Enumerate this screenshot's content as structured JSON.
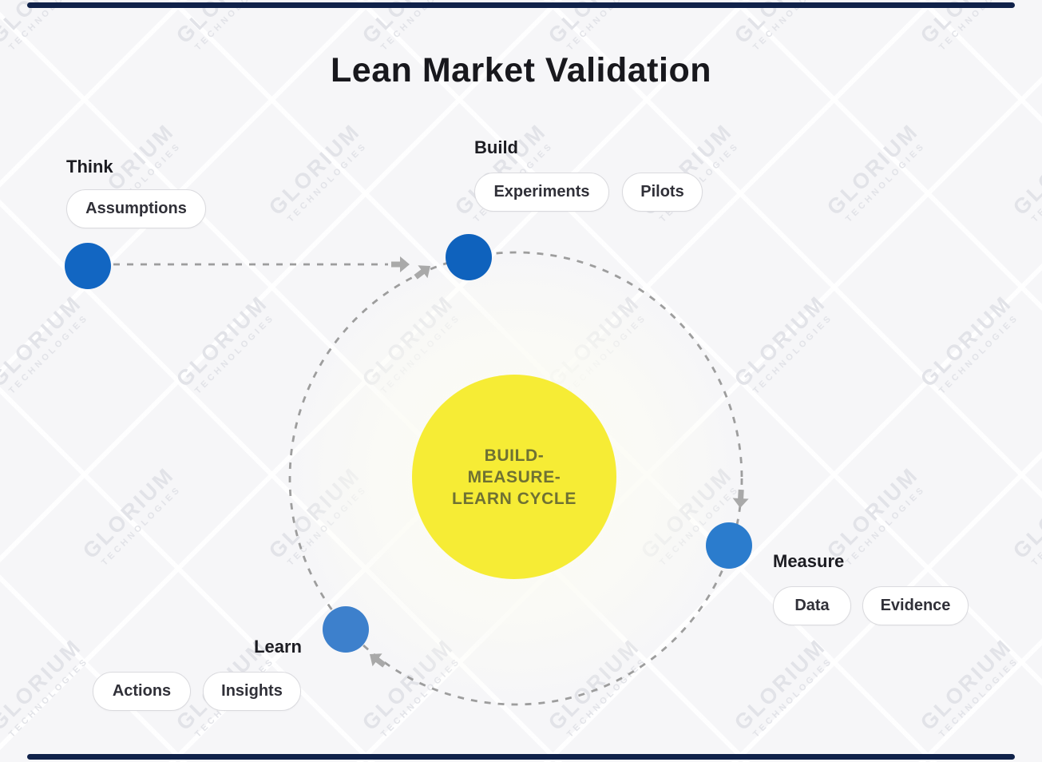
{
  "title": "Lean Market Validation",
  "watermark": {
    "brand": "GLORIUM",
    "sub": "TECHNOLOGIES"
  },
  "center": {
    "lines": [
      "BUILD-",
      "MEASURE-",
      "LEARN CYCLE"
    ],
    "bg_color": "#f6ec35",
    "text_color": "#6f7133"
  },
  "stages": [
    {
      "id": "think",
      "label": "Think",
      "tags": [
        "Assumptions"
      ],
      "node_color": "#1266c2"
    },
    {
      "id": "build",
      "label": "Build",
      "tags": [
        "Experiments",
        "Pilots"
      ],
      "node_color": "#0f62bd"
    },
    {
      "id": "measure",
      "label": "Measure",
      "tags": [
        "Data",
        "Evidence"
      ],
      "node_color": "#2b7ccd"
    },
    {
      "id": "learn",
      "label": "Learn",
      "tags": [
        "Actions",
        "Insights"
      ],
      "node_color": "#3d80cc"
    }
  ],
  "colors": {
    "edge_bar": "#10224a",
    "dash": "#9d9d9d",
    "arrow": "#a9a9a9"
  }
}
